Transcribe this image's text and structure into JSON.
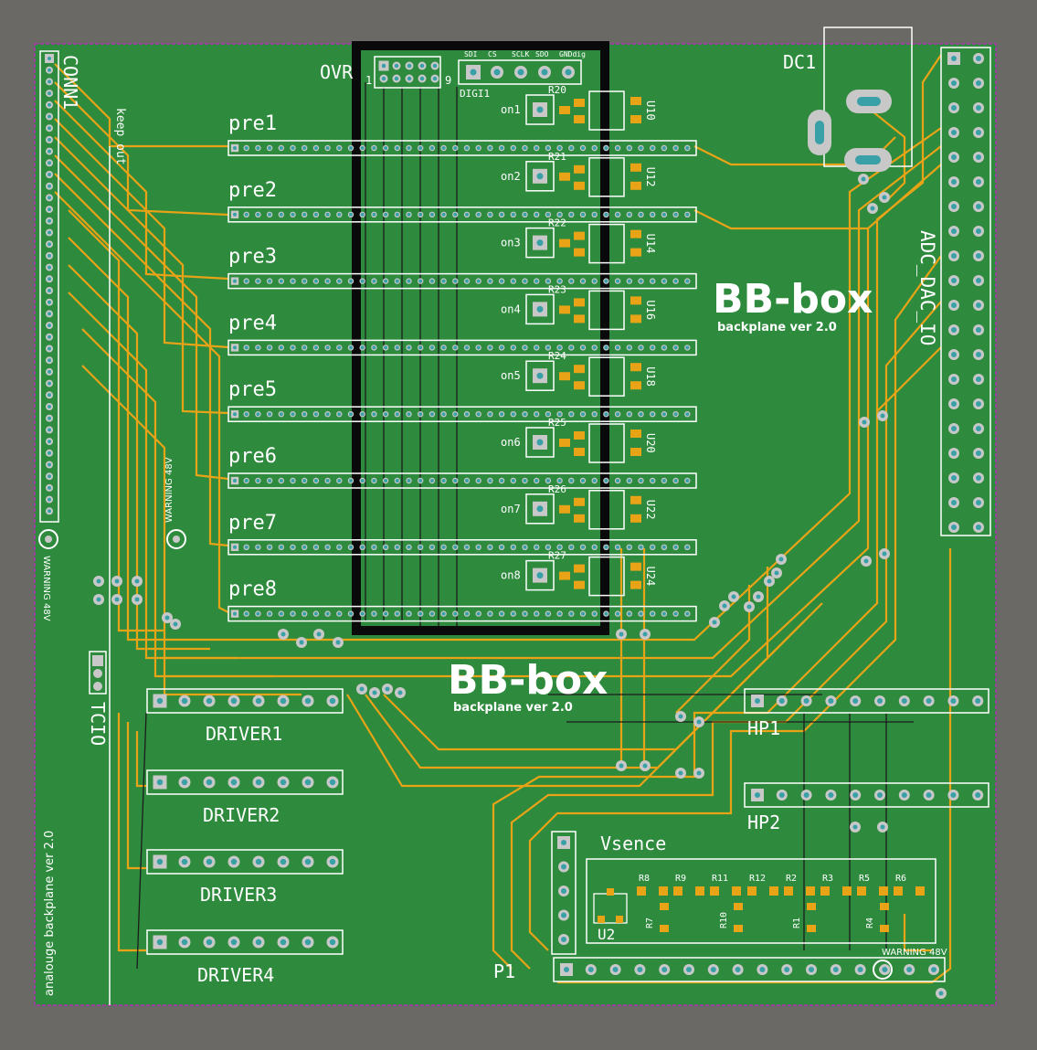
{
  "colors": {
    "background": "#6b6966",
    "board": "#2e8b3e",
    "copper": "#e8a317",
    "trace_dark": "#1b1b1b",
    "silkscreen": "#ffffff",
    "pad": "#c8c8c8",
    "drill": "#3aa0a8",
    "outline": "#b030b0"
  },
  "labels": {
    "conn1": "CONN1",
    "keep_out": "keep out",
    "ovr": "OVR",
    "ovr_pin1": "1",
    "ovr_pin9": "9",
    "digi1": "DIGI1",
    "digi_pins": [
      "SDI",
      "CS",
      "SCLK",
      "SDO",
      "GNDdig"
    ],
    "dc1": "DC1",
    "adc_dac_io": "ADC_DAC_IO",
    "warning_48v": "WARNING 48V",
    "tcio": "TCIO",
    "vsence": "Vsence",
    "p1": "P1",
    "u2": "U2",
    "side_text": "analouge backplane ver 2.0"
  },
  "pre_slots": [
    "pre1",
    "pre2",
    "pre3",
    "pre4",
    "pre5",
    "pre6",
    "pre7",
    "pre8"
  ],
  "on_labels": [
    "on1",
    "on2",
    "on3",
    "on4",
    "on5",
    "on6",
    "on7",
    "on8"
  ],
  "r_labels": [
    "R20",
    "R21",
    "R22",
    "R23",
    "R24",
    "R25",
    "R26",
    "R27"
  ],
  "u_labels": [
    "U10",
    "U12",
    "U14",
    "U16",
    "U18",
    "U20",
    "U22",
    "U24"
  ],
  "drivers": [
    "DRIVER1",
    "DRIVER2",
    "DRIVER3",
    "DRIVER4"
  ],
  "headphones": [
    "HP1",
    "HP2"
  ],
  "vsence_resistors_top": [
    "R8",
    "R9",
    "R11",
    "R12",
    "R2",
    "R3",
    "R5",
    "R6"
  ],
  "vsence_resistors_bottom": [
    "R7",
    "R10",
    "R1",
    "R4"
  ],
  "logo": {
    "title": "BB-box",
    "subtitle": "backplane ver 2.0"
  }
}
